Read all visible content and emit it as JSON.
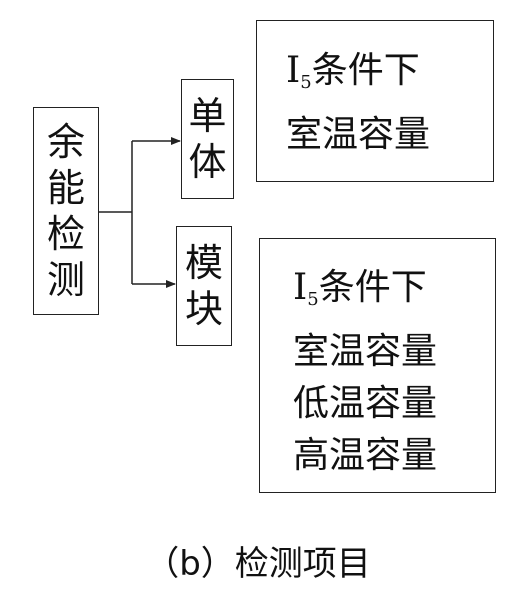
{
  "root": {
    "chars": [
      "余",
      "能",
      "检",
      "测"
    ]
  },
  "branch_single": {
    "chars": [
      "单",
      "体"
    ]
  },
  "branch_module": {
    "chars": [
      "模",
      "块"
    ]
  },
  "single_items": {
    "line1_prefix": "I",
    "line1_sub": "5",
    "line1_rest": "条件下",
    "line2": "室温容量"
  },
  "module_items": {
    "line1_prefix": "I",
    "line1_sub": "5",
    "line1_rest": "条件下",
    "line2": "室温容量",
    "line3": "低温容量",
    "line4": "高温容量"
  },
  "caption": "（b）检测项目"
}
